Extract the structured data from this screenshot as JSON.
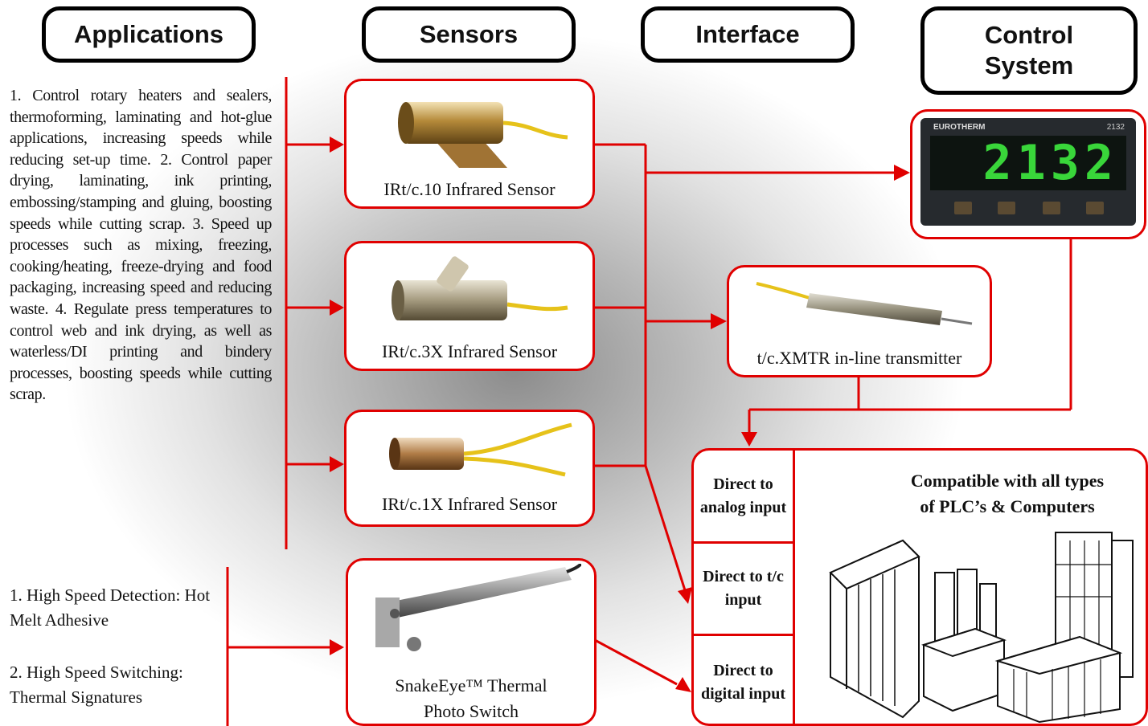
{
  "headers": {
    "applications": "Applications",
    "sensors": "Sensors",
    "interface": "Interface",
    "control_system": "Control System"
  },
  "applications_block1": "1. Control rotary heaters and sealers, thermoforming, laminating and hot-glue applications, increasing speeds while reducing set-up time. 2. Control paper drying, laminating, ink printing, embossing/stamping and gluing, boosting speeds while cutting scrap. 3. Speed up processes such as mixing, freezing, cooking/heating, freeze-drying and food packaging, increasing speed and reducing waste. 4. Regulate press temperatures to control web and ink drying, as well as waterless/DI printing and bindery processes, boosting speeds while cutting scrap.",
  "applications_block2": {
    "item1": "1. High Speed Detection: Hot Melt Adhesive",
    "item2": "2. High Speed Switching: Thermal Signatures"
  },
  "sensors": [
    {
      "caption": "IRt/c.10 Infrared Sensor"
    },
    {
      "caption": "IRt/c.3X Infrared Sensor"
    },
    {
      "caption": "IRt/c.1X Infrared Sensor"
    },
    {
      "caption_line1": "SnakeEye™ Thermal",
      "caption_line2": "Photo Switch"
    }
  ],
  "interface": {
    "transmitter_caption": "t/c.XMTR in-line transmitter"
  },
  "controller": {
    "brand": "EUROTHERM",
    "model": "2132",
    "display": "2132"
  },
  "plc": {
    "inputs": [
      "Direct to analog input",
      "Direct to t/c input",
      "Direct to digital input"
    ],
    "compatible_line1": "Compatible with all types",
    "compatible_line2": "of PLC’s & Computers"
  },
  "colors": {
    "connector": "#e00000",
    "header_border": "#000000",
    "display_digits": "#39d63a"
  }
}
